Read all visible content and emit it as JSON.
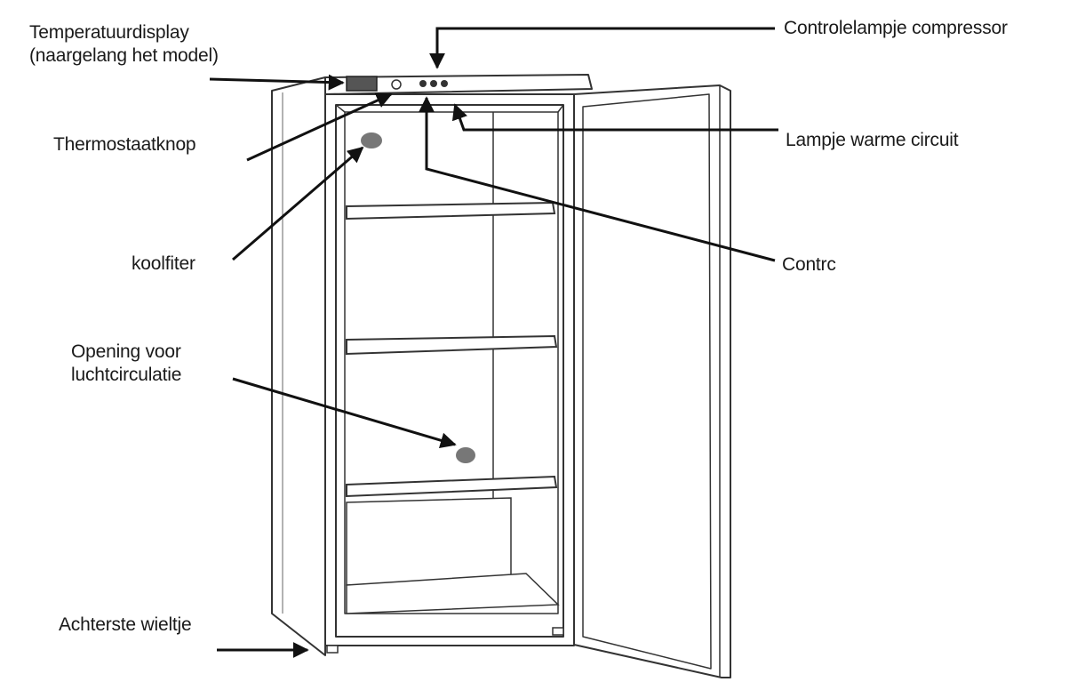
{
  "labels": {
    "temperatuurdisplay": {
      "line1": "Temperatuurdisplay",
      "line2": "(naargelang het model)"
    },
    "thermostaatknop": "Thermostaatknop",
    "koolfilter": "koolfiter",
    "opening": {
      "line1": "Opening voor",
      "line2": "luchtcirculatie"
    },
    "achterste_wieltje": "Achterste wieltje",
    "controlelampje_compressor": "Controlelampje compressor",
    "lampje_warme_circuit": "Lampje warme circuit",
    "controlelampje_truncated": "Contrc"
  },
  "colors": {
    "ink": "#1a1a1a",
    "line": "#333333",
    "marker": "#777777"
  }
}
